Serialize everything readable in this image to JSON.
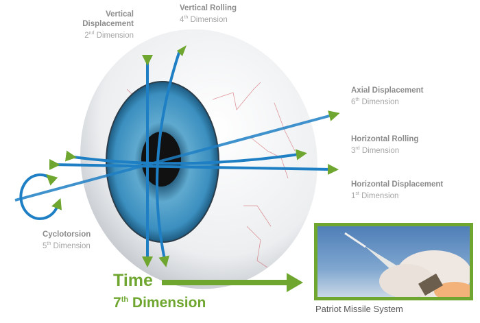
{
  "labels": {
    "vertical_displacement": {
      "title_1": "Vertical",
      "title_2": "Displacement",
      "num": "2",
      "sup": "nd",
      "dim": "Dimension"
    },
    "vertical_rolling": {
      "title": "Vertical Rolling",
      "num": "4",
      "sup": "th",
      "dim": "Dimension"
    },
    "axial_displacement": {
      "title": "Axial Displacement",
      "num": "6",
      "sup": "th",
      "dim": "Dimension"
    },
    "horizontal_rolling": {
      "title": "Horizontal Rolling",
      "num": "3",
      "sup": "rd",
      "dim": "Dimension"
    },
    "horizontal_displacement": {
      "title": "Horizontal Displacement",
      "num": "1",
      "sup": "st",
      "dim": "Dimension"
    },
    "cyclotorsion": {
      "title": "Cyclotorsion",
      "num": "5",
      "sup": "th",
      "dim": "Dimension"
    }
  },
  "time": {
    "title": "Time",
    "num": "7",
    "sup": "th",
    "dim": "Dimension"
  },
  "photo": {
    "caption": "Patriot Missile System"
  },
  "colors": {
    "accent_green": "#6ea630",
    "axis_blue": "#1e7fc4",
    "label_gray": "#9a9a9a"
  }
}
